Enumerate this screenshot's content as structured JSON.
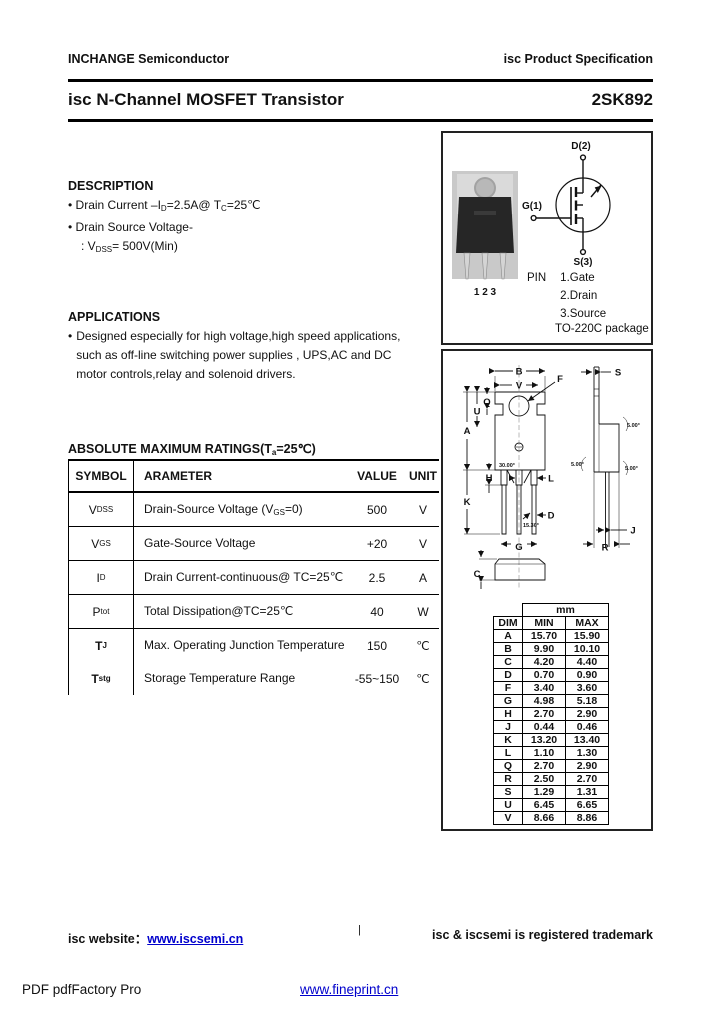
{
  "header": {
    "left": "INCHANGE Semiconductor",
    "right": "isc Product Specification"
  },
  "title": {
    "left": "isc N-Channel MOSFET Transistor",
    "part": "2SK892"
  },
  "description": {
    "heading": "DESCRIPTION",
    "bullet1": {
      "pre": "Drain Current –I",
      "sub1": "D",
      "mid": "=2.5A@ T",
      "sub2": "C",
      "end": "=25℃"
    },
    "bullet2": "Drain Source Voltage-",
    "line3": {
      "pre": ": V",
      "sub": "DSS",
      "end": "= 500V(Min)"
    }
  },
  "applications": {
    "heading": "APPLICATIONS",
    "text": "Designed especially for high voltage,high speed applications,\nsuch as off-line switching power supplies , UPS,AC and DC\nmotor controls,relay and solenoid drivers."
  },
  "ratings": {
    "heading_pre": "ABSOLUTE MAXIMUM RATINGS(T",
    "heading_sub": "a",
    "heading_end": "=25℃)",
    "columns": [
      "SYMBOL",
      "ARAMETER",
      "VALUE",
      "UNIT"
    ],
    "rows": [
      {
        "sym": "V",
        "sub": "DSS",
        "p1": "Drain-Source Voltage (V",
        "psub": "GS",
        "p2": "=0)",
        "value": "500",
        "unit": "V"
      },
      {
        "sym": "V",
        "sub": "GS",
        "p1": "Gate-Source Voltage",
        "psub": "",
        "p2": "",
        "value": "+20",
        "unit": "V"
      },
      {
        "sym": "I",
        "sub": "D",
        "p1": "Drain Current-continuous@ TC=25℃",
        "psub": "",
        "p2": "",
        "value": "2.5",
        "unit": "A"
      },
      {
        "sym": "P",
        "sub": "tot",
        "p1": "Total Dissipation@TC=25℃",
        "psub": "",
        "p2": "",
        "value": "40",
        "unit": "W"
      },
      {
        "sym": "T",
        "sub": "J",
        "p1": "Max. Operating Junction Temperature",
        "psub": "",
        "p2": "",
        "value": "150",
        "unit": "℃"
      },
      {
        "sym": "T",
        "sub": "stg",
        "p1": "Storage Temperature Range",
        "psub": "",
        "p2": "",
        "value": "-55~150",
        "unit": "℃"
      }
    ]
  },
  "package_box": {
    "photo_pins": "1  2  3",
    "symbol": {
      "drain": "D(2)",
      "gate": "G(1)",
      "source": "S(3)"
    },
    "pin_label": "PIN",
    "pin_lines": "1.Gate\n2.Drain\n3.Source",
    "package_name": "TO-220C package"
  },
  "drawing": {
    "labels": {
      "A": "A",
      "B": "B",
      "C": "C",
      "D": "D",
      "F": "F",
      "G": "G",
      "H": "H",
      "J": "J",
      "K": "K",
      "L": "L",
      "Q": "Q",
      "R": "R",
      "S": "S",
      "U": "U",
      "V": "V"
    },
    "angle_30": "30.00°",
    "angle_15": "15.30°",
    "angle_5a": "5.00°",
    "angle_5b": "5.00°",
    "angle_5c": "5.00°"
  },
  "dim_table": {
    "unit_header": "mm",
    "columns": [
      "DIM",
      "MIN",
      "MAX"
    ],
    "rows": [
      {
        "dim": "A",
        "min": "15.70",
        "max": "15.90"
      },
      {
        "dim": "B",
        "min": "9.90",
        "max": "10.10"
      },
      {
        "dim": "C",
        "min": "4.20",
        "max": "4.40"
      },
      {
        "dim": "D",
        "min": "0.70",
        "max": "0.90"
      },
      {
        "dim": "F",
        "min": "3.40",
        "max": "3.60"
      },
      {
        "dim": "G",
        "min": "4.98",
        "max": "5.18"
      },
      {
        "dim": "H",
        "min": "2.70",
        "max": "2.90"
      },
      {
        "dim": "J",
        "min": "0.44",
        "max": "0.46"
      },
      {
        "dim": "K",
        "min": "13.20",
        "max": "13.40"
      },
      {
        "dim": "L",
        "min": "1.10",
        "max": "1.30"
      },
      {
        "dim": "Q",
        "min": "2.70",
        "max": "2.90"
      },
      {
        "dim": "R",
        "min": "2.50",
        "max": "2.70"
      },
      {
        "dim": "S",
        "min": "1.29",
        "max": "1.31"
      },
      {
        "dim": "U",
        "min": "6.45",
        "max": "6.65"
      },
      {
        "dim": "V",
        "min": "8.66",
        "max": "8.86"
      }
    ]
  },
  "footer": {
    "website_label": "isc website：",
    "website_url": "www.iscsemi.cn",
    "separator": "|",
    "trademark": "isc & iscsemi is registered trademark",
    "link_color": "#0000cc"
  },
  "watermark": {
    "left": "PDF  pdfFactory Pro",
    "link": "www.fineprint.cn"
  }
}
